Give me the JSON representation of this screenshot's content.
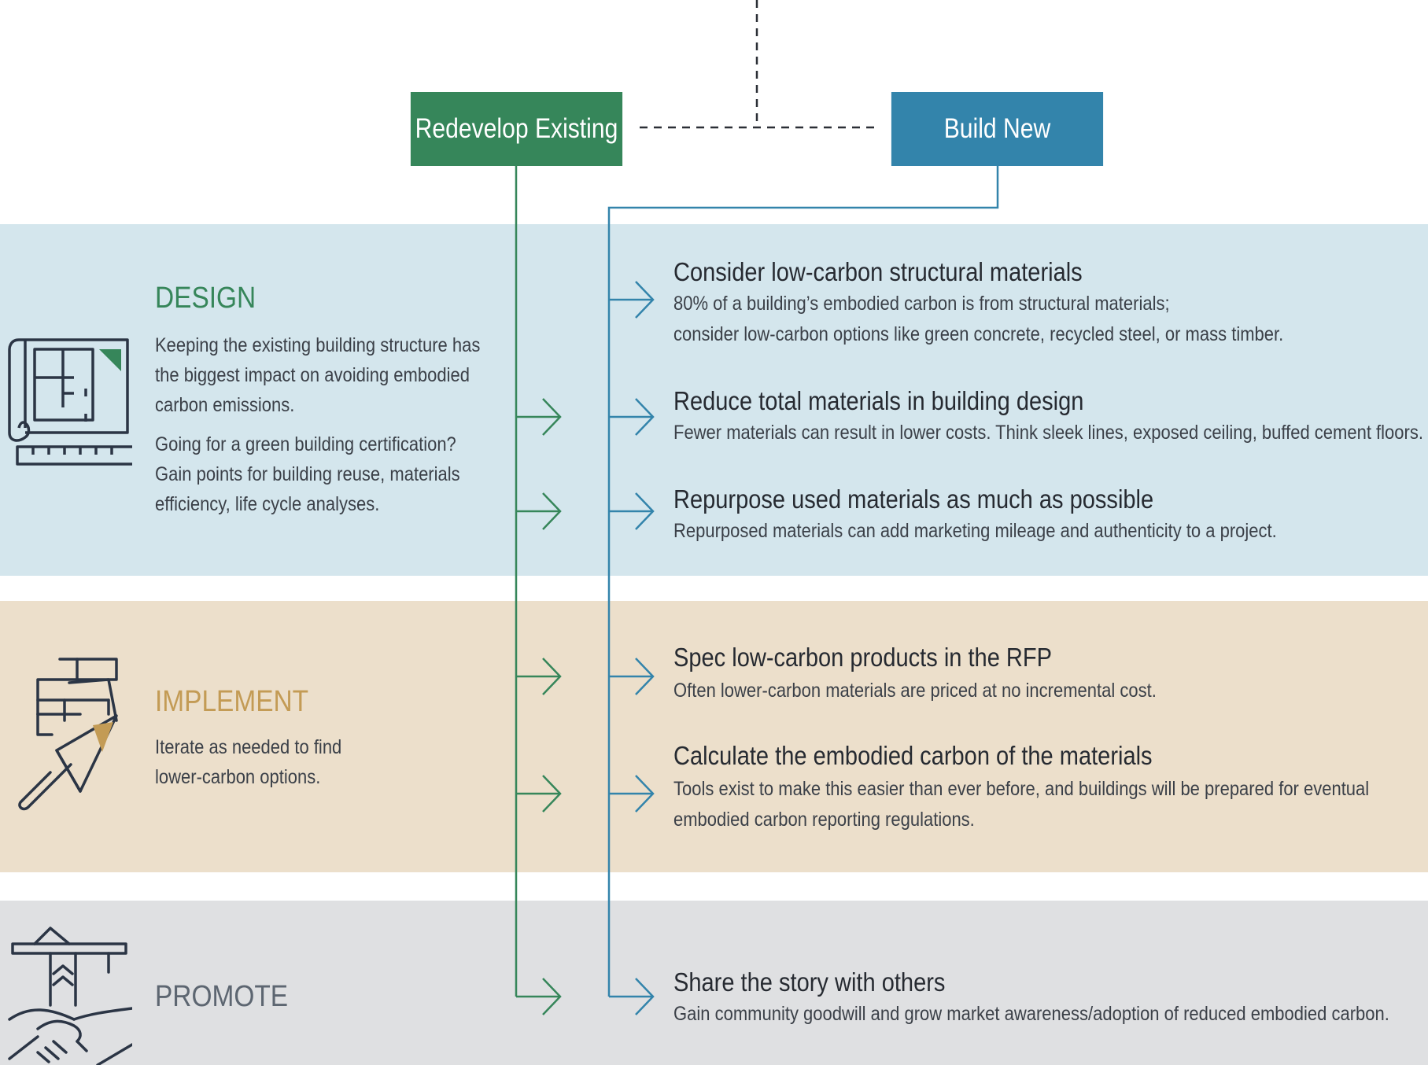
{
  "colors": {
    "green": "#36865a",
    "blue": "#3384ab",
    "design_band": "#d4e6ed",
    "implement_band": "#ecdfcb",
    "promote_band": "#dfe0e2",
    "design_title": "#36865a",
    "implement_title": "#c39b55",
    "promote_title": "#5d6671",
    "icon_stroke": "#2b3545"
  },
  "branches": {
    "redevelop": "Redevelop Existing",
    "build": "Build New"
  },
  "stages": {
    "design": {
      "title": "DESIGN",
      "icon": "blueprint-icon",
      "lines": [
        "Keeping the existing building structure has",
        "the biggest impact on avoiding embodied",
        "carbon emissions.",
        "Going for a green building certification?",
        "Gain points for building reuse, materials",
        "efficiency, life cycle analyses."
      ]
    },
    "implement": {
      "title": "IMPLEMENT",
      "icon": "bricks-trowel-icon",
      "lines": [
        "Iterate as needed to find",
        "lower-carbon options."
      ]
    },
    "promote": {
      "title": "PROMOTE",
      "icon": "crane-handshake-icon"
    }
  },
  "steps": [
    {
      "title": "Consider low-carbon structural materials",
      "lines": [
        "80% of a building’s embodied carbon is from structural materials;",
        "consider low-carbon options like green concrete, recycled steel, or mass timber."
      ]
    },
    {
      "title": "Reduce total materials in building design",
      "lines": [
        "Fewer materials can result in lower costs. Think sleek lines, exposed ceiling, buffed cement floors."
      ]
    },
    {
      "title": "Repurpose used materials as much as possible",
      "lines": [
        "Repurposed materials can add marketing mileage and authenticity to a project."
      ]
    },
    {
      "title": "Spec low-carbon products in the RFP",
      "lines": [
        "Often lower-carbon materials are priced at no incremental cost."
      ]
    },
    {
      "title": "Calculate the embodied carbon of the materials",
      "lines": [
        "Tools exist to make this easier than ever before, and buildings will be prepared for eventual",
        "embodied carbon reporting regulations."
      ]
    },
    {
      "title": "Share the story with others",
      "lines": [
        "Gain community goodwill and grow market awareness/adoption of reduced embodied carbon."
      ]
    }
  ]
}
